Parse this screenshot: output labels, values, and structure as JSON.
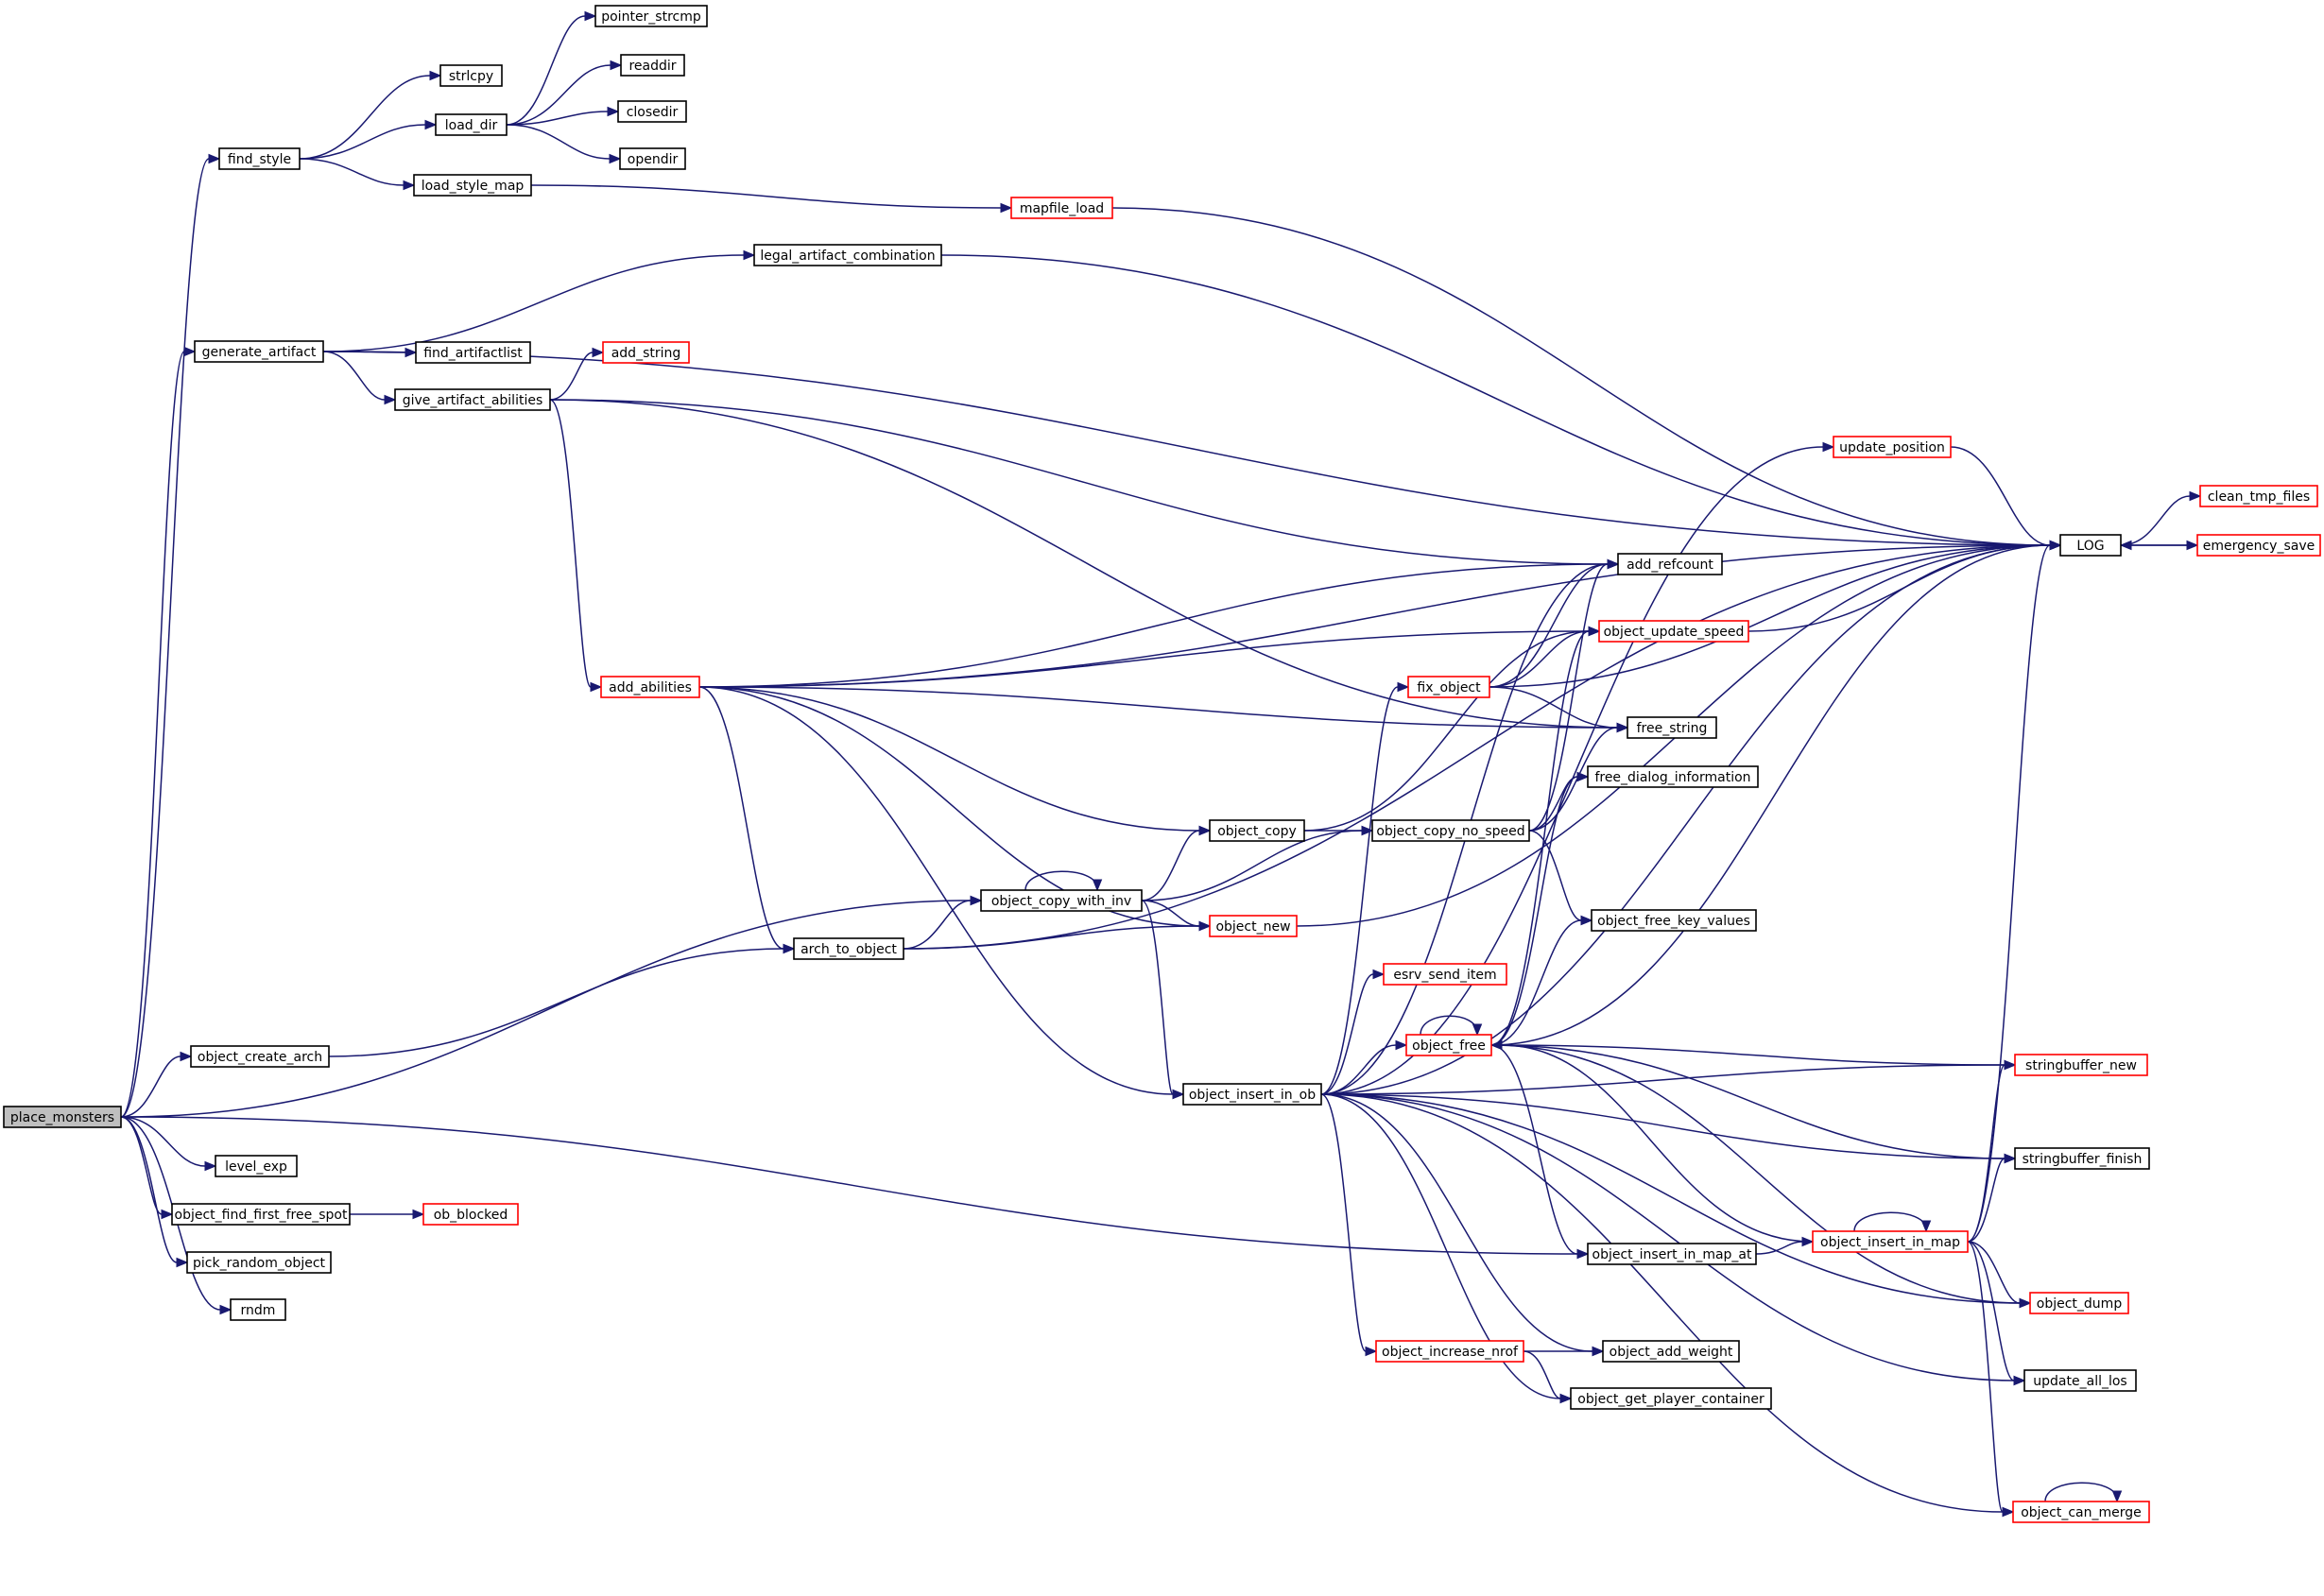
{
  "colors": {
    "edge": "#191970",
    "border_normal": "#000000",
    "border_truncated": "#ff0000",
    "fill_root": "#bfbfbf",
    "fill_default": "#ffffff"
  },
  "nodes": [
    {
      "id": "place_monsters",
      "label": "place_monsters",
      "style": "root"
    },
    {
      "id": "find_style",
      "label": "find_style",
      "style": "normal"
    },
    {
      "id": "strlcpy",
      "label": "strlcpy",
      "style": "normal"
    },
    {
      "id": "load_dir",
      "label": "load_dir",
      "style": "normal"
    },
    {
      "id": "pointer_strcmp",
      "label": "pointer_strcmp",
      "style": "normal"
    },
    {
      "id": "readdir",
      "label": "readdir",
      "style": "normal"
    },
    {
      "id": "closedir",
      "label": "closedir",
      "style": "normal"
    },
    {
      "id": "opendir",
      "label": "opendir",
      "style": "normal"
    },
    {
      "id": "load_style_map",
      "label": "load_style_map",
      "style": "normal"
    },
    {
      "id": "mapfile_load",
      "label": "mapfile_load",
      "style": "truncated"
    },
    {
      "id": "generate_artifact",
      "label": "generate_artifact",
      "style": "normal"
    },
    {
      "id": "legal_artifact_combination",
      "label": "legal_artifact_combination",
      "style": "normal"
    },
    {
      "id": "find_artifactlist",
      "label": "find_artifactlist",
      "style": "normal"
    },
    {
      "id": "give_artifact_abilities",
      "label": "give_artifact_abilities",
      "style": "normal"
    },
    {
      "id": "add_string",
      "label": "add_string",
      "style": "truncated"
    },
    {
      "id": "update_position",
      "label": "update_position",
      "style": "truncated"
    },
    {
      "id": "LOG",
      "label": "LOG",
      "style": "normal"
    },
    {
      "id": "clean_tmp_files",
      "label": "clean_tmp_files",
      "style": "truncated"
    },
    {
      "id": "emergency_save",
      "label": "emergency_save",
      "style": "truncated"
    },
    {
      "id": "add_refcount",
      "label": "add_refcount",
      "style": "normal"
    },
    {
      "id": "object_update_speed",
      "label": "object_update_speed",
      "style": "truncated"
    },
    {
      "id": "add_abilities",
      "label": "add_abilities",
      "style": "truncated"
    },
    {
      "id": "fix_object",
      "label": "fix_object",
      "style": "truncated"
    },
    {
      "id": "free_string",
      "label": "free_string",
      "style": "normal"
    },
    {
      "id": "free_dialog_information",
      "label": "free_dialog_information",
      "style": "normal"
    },
    {
      "id": "object_copy",
      "label": "object_copy",
      "style": "normal"
    },
    {
      "id": "object_copy_no_speed",
      "label": "object_copy_no_speed",
      "style": "normal"
    },
    {
      "id": "object_copy_with_inv",
      "label": "object_copy_with_inv",
      "style": "normal"
    },
    {
      "id": "object_new",
      "label": "object_new",
      "style": "truncated"
    },
    {
      "id": "object_free_key_values",
      "label": "object_free_key_values",
      "style": "normal"
    },
    {
      "id": "arch_to_object",
      "label": "arch_to_object",
      "style": "normal"
    },
    {
      "id": "esrv_send_item",
      "label": "esrv_send_item",
      "style": "truncated"
    },
    {
      "id": "object_create_arch",
      "label": "object_create_arch",
      "style": "normal"
    },
    {
      "id": "object_free",
      "label": "object_free",
      "style": "truncated"
    },
    {
      "id": "stringbuffer_new",
      "label": "stringbuffer_new",
      "style": "truncated"
    },
    {
      "id": "object_insert_in_ob",
      "label": "object_insert_in_ob",
      "style": "normal"
    },
    {
      "id": "level_exp",
      "label": "level_exp",
      "style": "normal"
    },
    {
      "id": "stringbuffer_finish",
      "label": "stringbuffer_finish",
      "style": "normal"
    },
    {
      "id": "object_find_first_free_spot",
      "label": "object_find_first_free_spot",
      "style": "normal"
    },
    {
      "id": "ob_blocked",
      "label": "ob_blocked",
      "style": "truncated"
    },
    {
      "id": "object_insert_in_map",
      "label": "object_insert_in_map",
      "style": "truncated"
    },
    {
      "id": "pick_random_object",
      "label": "pick_random_object",
      "style": "normal"
    },
    {
      "id": "object_insert_in_map_at",
      "label": "object_insert_in_map_at",
      "style": "normal"
    },
    {
      "id": "rndm",
      "label": "rndm",
      "style": "normal"
    },
    {
      "id": "object_dump",
      "label": "object_dump",
      "style": "truncated"
    },
    {
      "id": "object_increase_nrof",
      "label": "object_increase_nrof",
      "style": "truncated"
    },
    {
      "id": "object_add_weight",
      "label": "object_add_weight",
      "style": "normal"
    },
    {
      "id": "update_all_los",
      "label": "update_all_los",
      "style": "normal"
    },
    {
      "id": "object_get_player_container",
      "label": "object_get_player_container",
      "style": "normal"
    },
    {
      "id": "object_can_merge",
      "label": "object_can_merge",
      "style": "truncated"
    }
  ],
  "edges": [
    [
      "place_monsters",
      "find_style"
    ],
    [
      "place_monsters",
      "generate_artifact"
    ],
    [
      "place_monsters",
      "object_copy_with_inv"
    ],
    [
      "place_monsters",
      "object_create_arch"
    ],
    [
      "place_monsters",
      "level_exp"
    ],
    [
      "place_monsters",
      "object_find_first_free_spot"
    ],
    [
      "place_monsters",
      "pick_random_object"
    ],
    [
      "place_monsters",
      "rndm"
    ],
    [
      "place_monsters",
      "object_insert_in_map_at"
    ],
    [
      "find_style",
      "strlcpy"
    ],
    [
      "find_style",
      "load_dir"
    ],
    [
      "find_style",
      "load_style_map"
    ],
    [
      "load_dir",
      "pointer_strcmp"
    ],
    [
      "load_dir",
      "readdir"
    ],
    [
      "load_dir",
      "closedir"
    ],
    [
      "load_dir",
      "opendir"
    ],
    [
      "load_style_map",
      "mapfile_load"
    ],
    [
      "mapfile_load",
      "LOG"
    ],
    [
      "generate_artifact",
      "legal_artifact_combination"
    ],
    [
      "generate_artifact",
      "LOG"
    ],
    [
      "generate_artifact",
      "find_artifactlist"
    ],
    [
      "generate_artifact",
      "give_artifact_abilities"
    ],
    [
      "legal_artifact_combination",
      "LOG"
    ],
    [
      "give_artifact_abilities",
      "add_string"
    ],
    [
      "give_artifact_abilities",
      "add_refcount"
    ],
    [
      "give_artifact_abilities",
      "add_abilities"
    ],
    [
      "give_artifact_abilities",
      "free_string"
    ],
    [
      "add_abilities",
      "LOG"
    ],
    [
      "add_abilities",
      "add_refcount"
    ],
    [
      "add_abilities",
      "object_update_speed"
    ],
    [
      "add_abilities",
      "free_string"
    ],
    [
      "add_abilities",
      "object_copy"
    ],
    [
      "add_abilities",
      "object_new"
    ],
    [
      "add_abilities",
      "arch_to_object"
    ],
    [
      "add_abilities",
      "object_insert_in_ob"
    ],
    [
      "LOG",
      "clean_tmp_files"
    ],
    [
      "LOG",
      "emergency_save"
    ],
    [
      "emergency_save",
      "LOG"
    ],
    [
      "update_position",
      "LOG"
    ],
    [
      "object_update_speed",
      "LOG"
    ],
    [
      "fix_object",
      "add_refcount"
    ],
    [
      "fix_object",
      "object_update_speed"
    ],
    [
      "fix_object",
      "LOG"
    ],
    [
      "fix_object",
      "free_string"
    ],
    [
      "object_copy",
      "object_update_speed"
    ],
    [
      "object_copy",
      "object_copy_no_speed"
    ],
    [
      "object_copy_no_speed",
      "add_refcount"
    ],
    [
      "object_copy_no_speed",
      "free_string"
    ],
    [
      "object_copy_no_speed",
      "free_dialog_information"
    ],
    [
      "object_copy_no_speed",
      "object_free_key_values"
    ],
    [
      "object_copy_with_inv",
      "object_copy_with_inv"
    ],
    [
      "object_copy_with_inv",
      "object_copy"
    ],
    [
      "object_copy_with_inv",
      "object_copy_no_speed"
    ],
    [
      "object_copy_with_inv",
      "object_new"
    ],
    [
      "object_copy_with_inv",
      "object_insert_in_ob"
    ],
    [
      "object_new",
      "LOG"
    ],
    [
      "arch_to_object",
      "object_copy_with_inv"
    ],
    [
      "arch_to_object",
      "object_new"
    ],
    [
      "arch_to_object",
      "LOG"
    ],
    [
      "object_create_arch",
      "arch_to_object"
    ],
    [
      "object_insert_in_ob",
      "update_position"
    ],
    [
      "object_insert_in_ob",
      "LOG"
    ],
    [
      "object_insert_in_ob",
      "add_refcount"
    ],
    [
      "object_insert_in_ob",
      "fix_object"
    ],
    [
      "object_insert_in_ob",
      "esrv_send_item"
    ],
    [
      "object_insert_in_ob",
      "object_free"
    ],
    [
      "object_insert_in_ob",
      "stringbuffer_new"
    ],
    [
      "object_insert_in_ob",
      "stringbuffer_finish"
    ],
    [
      "object_insert_in_ob",
      "object_increase_nrof"
    ],
    [
      "object_insert_in_ob",
      "object_add_weight"
    ],
    [
      "object_insert_in_ob",
      "object_get_player_container"
    ],
    [
      "object_insert_in_ob",
      "object_dump"
    ],
    [
      "object_insert_in_ob",
      "update_all_los"
    ],
    [
      "object_insert_in_ob",
      "object_can_merge"
    ],
    [
      "object_free",
      "object_free"
    ],
    [
      "object_free",
      "LOG"
    ],
    [
      "object_free",
      "object_update_speed"
    ],
    [
      "object_free",
      "free_dialog_information"
    ],
    [
      "object_free",
      "object_free_key_values"
    ],
    [
      "object_free",
      "stringbuffer_new"
    ],
    [
      "object_free",
      "stringbuffer_finish"
    ],
    [
      "object_free",
      "object_insert_in_map_at"
    ],
    [
      "object_free",
      "object_dump"
    ],
    [
      "object_find_first_free_spot",
      "ob_blocked"
    ],
    [
      "object_insert_in_map_at",
      "object_insert_in_map"
    ],
    [
      "object_insert_in_map",
      "object_insert_in_map"
    ],
    [
      "object_insert_in_map",
      "LOG"
    ],
    [
      "object_insert_in_map",
      "object_free"
    ],
    [
      "object_insert_in_map",
      "stringbuffer_new"
    ],
    [
      "object_insert_in_map",
      "stringbuffer_finish"
    ],
    [
      "object_insert_in_map",
      "object_dump"
    ],
    [
      "object_insert_in_map",
      "update_all_los"
    ],
    [
      "object_insert_in_map",
      "object_can_merge"
    ],
    [
      "object_increase_nrof",
      "object_add_weight"
    ],
    [
      "object_increase_nrof",
      "object_get_player_container"
    ],
    [
      "object_can_merge",
      "object_can_merge"
    ]
  ]
}
